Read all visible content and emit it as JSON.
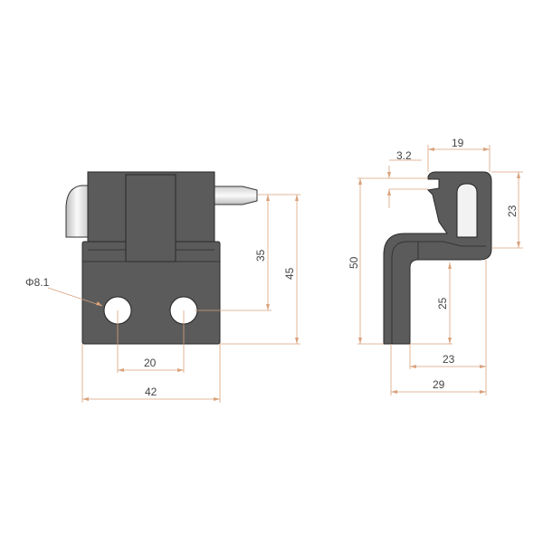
{
  "colors": {
    "dimension": "#d9a27c",
    "part": "#5b5b5b",
    "outline": "#2a2a2a",
    "pin": "#e8e8e8"
  },
  "front_view": {
    "hole_diameter": "Φ8.1",
    "hole_spacing": "20",
    "width": "42",
    "hole_height": "35",
    "height": "45"
  },
  "side_view": {
    "notch": "3.2",
    "top_width": "19",
    "slot_height": "23",
    "total_height": "50",
    "leg_height": "25",
    "arm_length": "23",
    "total_depth": "29"
  }
}
